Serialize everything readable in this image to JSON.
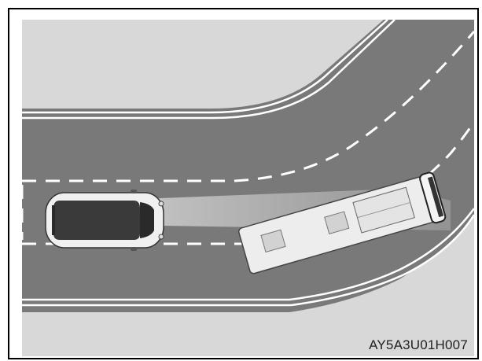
{
  "figure": {
    "code": "AY5A3U01H007"
  },
  "colors": {
    "background": "#d8d8d8",
    "road": "#797979",
    "lane_marking": "#ffffff",
    "headlight_beam": "#b9b9b9",
    "vehicle_body": "#efefef",
    "vehicle_roof": "#3a3a3a"
  },
  "scene": {
    "subject_vehicle": "car",
    "other_vehicle": "bus",
    "lane_markings": "dashed"
  }
}
